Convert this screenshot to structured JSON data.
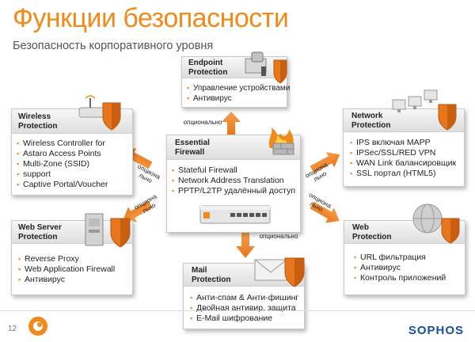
{
  "title": "Функции безопасности",
  "subtitle": "Безопасность корпоративного уровня",
  "center": {
    "title": "Essential\nFirewall",
    "items": [
      "Stateful Firewall",
      "Network Address Translation",
      "PPTP/L2TP удалённый доступ"
    ]
  },
  "endpoint": {
    "title": "Endpoint\nProtection",
    "items": [
      "Управление устройствами",
      "Антивирус"
    ]
  },
  "wireless": {
    "title": "Wireless\nProtection",
    "items": [
      "Wireless Controller for",
      "Astaro Access Points",
      "Multi-Zone (SSID)",
      "support",
      "Captive Portal/Voucher"
    ]
  },
  "network": {
    "title": "Network\nProtection",
    "items": [
      "IPS включая MAPP",
      "IPSec/SSL/RED VPN",
      "WAN Link балансировщик",
      "SSL портал (HTML5)"
    ]
  },
  "webserver": {
    "title": "Web Server\nProtection",
    "items": [
      "Reverse Proxy",
      "Web Application Firewall",
      "Антивирус"
    ]
  },
  "web": {
    "title": "Web\nProtection",
    "items": [
      "URL фильтрация",
      "Антивирус",
      "Контроль приложений"
    ]
  },
  "mail": {
    "title": "Mail\nProtection",
    "items": [
      "Анти-спам & Анти-фишинг",
      "Двойная антивир. защита",
      "E-Mail шифрование"
    ]
  },
  "arrow_labels": {
    "up": "опционально",
    "down": "опционально",
    "upper_left": "опциона\nльно",
    "lower_left": "опциона\nльно",
    "upper_right": "опциона\nльно",
    "lower_right": "опциона\nльно"
  },
  "footer": {
    "page_number": "12",
    "brand": "SOPHOS"
  },
  "colors": {
    "accent": "#f08a1a",
    "shield": "#e8761c",
    "brand": "#1a4fa0"
  }
}
